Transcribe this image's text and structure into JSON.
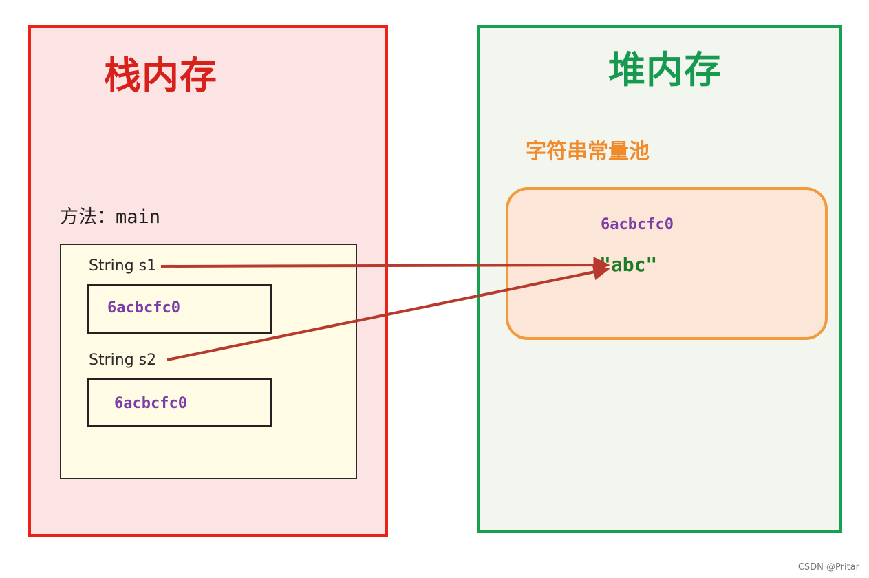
{
  "stack": {
    "title": "栈内存",
    "method_label": "方法：main",
    "vars": [
      {
        "label": "String s1",
        "value": "6acbcfc0"
      },
      {
        "label": "String s2",
        "value": "6acbcfc0"
      }
    ]
  },
  "heap": {
    "title": "堆内存",
    "pool_label": "字符串常量池",
    "pool": {
      "address": "6acbcfc0",
      "value": "\"abc\""
    }
  },
  "watermark": "CSDN @Pritar",
  "colors": {
    "stack_border": "#e8231a",
    "stack_fill": "#fde4e4",
    "heap_border": "#17a052",
    "heap_fill": "#f2f6ee",
    "pool_border": "#f39a3c",
    "pool_fill": "#fce6d8",
    "arrow": "#b73a2e",
    "address": "#7a3fa6",
    "string_literal": "#1e7b25"
  }
}
